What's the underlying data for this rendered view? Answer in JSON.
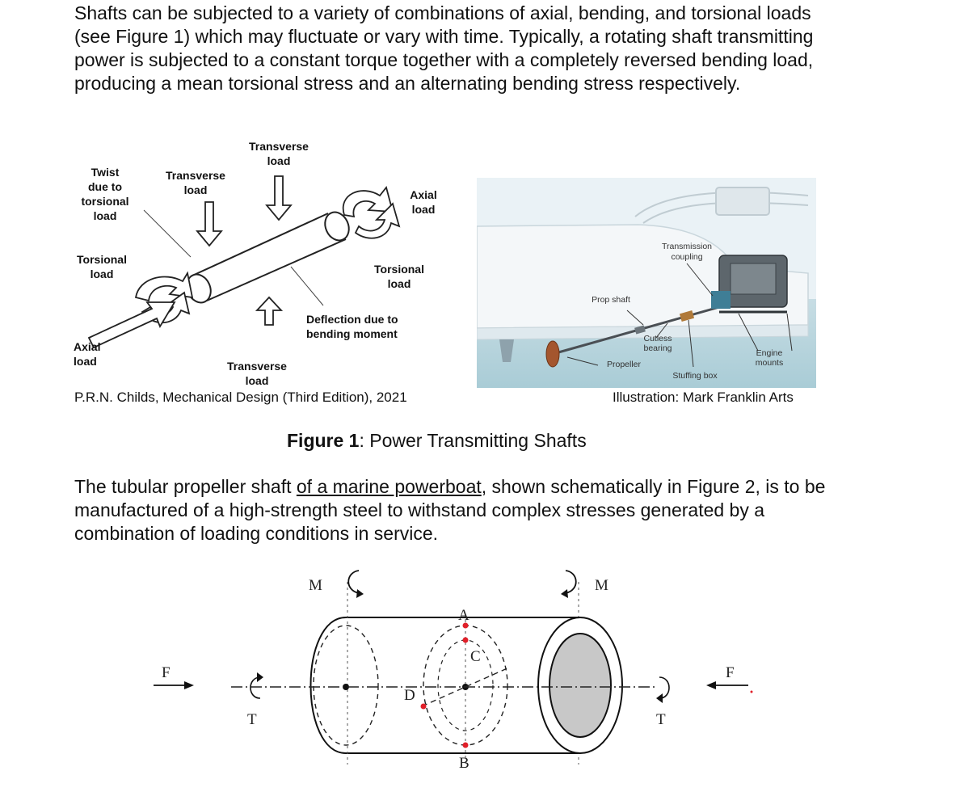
{
  "intro": {
    "text": "Shafts can be subjected to a variety of combinations of axial, bending, and torsional loads (see Figure 1) which may fluctuate or vary with time. Typically, a rotating shaft transmitting power is subjected to a constant torque together with a completely reversed bending load, producing a mean torsional stress and an alternating bending stress respectively."
  },
  "figure1_left": {
    "labels": {
      "transverse_top": [
        "Transverse",
        "load"
      ],
      "transverse_left": [
        "Transverse",
        "load"
      ],
      "twist": [
        "Twist",
        "due to",
        "torsional",
        "load"
      ],
      "axial_right": [
        "Axial",
        "load"
      ],
      "torsional_left": [
        "Torsional",
        "load"
      ],
      "torsional_right": [
        "Torsional",
        "load"
      ],
      "deflection": [
        "Deflection due to",
        "bending moment"
      ],
      "axial_left": [
        "Axial",
        "load"
      ],
      "transverse_bottom": [
        "Transverse",
        "load"
      ]
    },
    "credit": "P.R.N. Childs, Mechanical Design (Third Edition), 2021"
  },
  "figure1_right": {
    "labels": {
      "transmission": [
        "Transmission",
        "coupling"
      ],
      "prop_shaft": "Prop shaft",
      "cutless": [
        "Cutless",
        "bearing"
      ],
      "propeller": "Propeller",
      "stuffing": "Stuffing box",
      "engine": [
        "Engine",
        "mounts"
      ]
    },
    "credit": "Illustration: Mark Franklin Arts"
  },
  "figure1_caption": {
    "bold": "Figure 1",
    "rest": ": Power Transmitting Shafts"
  },
  "para2": {
    "before": "The tubular propeller shaft ",
    "underlined": "of a marine powerboat",
    "after": ", shown schematically in Figure 2, is to be manufactured of a high-strength steel to withstand complex stresses generated by a combination of loading conditions in service."
  },
  "figure2": {
    "labels": {
      "m_left": "M",
      "m_right": "M",
      "a": "A",
      "b": "B",
      "c": "C",
      "d": "D",
      "f_left": "F",
      "f_right": "F",
      "t_left": "T",
      "t_right": "T"
    },
    "colors": {
      "point": "#e0202a",
      "section_fill": "#c8c8c8"
    }
  }
}
